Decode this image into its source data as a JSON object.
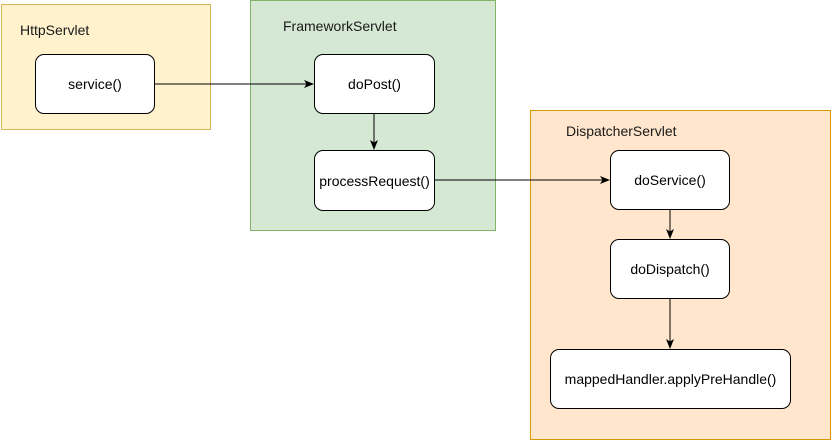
{
  "containers": {
    "http_servlet": {
      "title": "HttpServlet",
      "fill": "#fff2cc",
      "stroke": "#d6b656"
    },
    "framework_servlet": {
      "title": "FrameworkServlet",
      "fill": "#d5e8d4",
      "stroke": "#82b366"
    },
    "dispatcher_servlet": {
      "title": "DispatcherServlet",
      "fill": "#ffe6cc",
      "stroke": "#d79b00"
    }
  },
  "nodes": {
    "service": "service()",
    "do_post": "doPost()",
    "process_request": "processRequest()",
    "do_service": "doService()",
    "do_dispatch": "doDispatch()",
    "apply_pre_handle": "mappedHandler.applyPreHandle()"
  },
  "edges": [
    {
      "from": "service",
      "to": "do_post"
    },
    {
      "from": "do_post",
      "to": "process_request"
    },
    {
      "from": "process_request",
      "to": "do_service"
    },
    {
      "from": "do_service",
      "to": "do_dispatch"
    },
    {
      "from": "do_dispatch",
      "to": "apply_pre_handle"
    }
  ]
}
